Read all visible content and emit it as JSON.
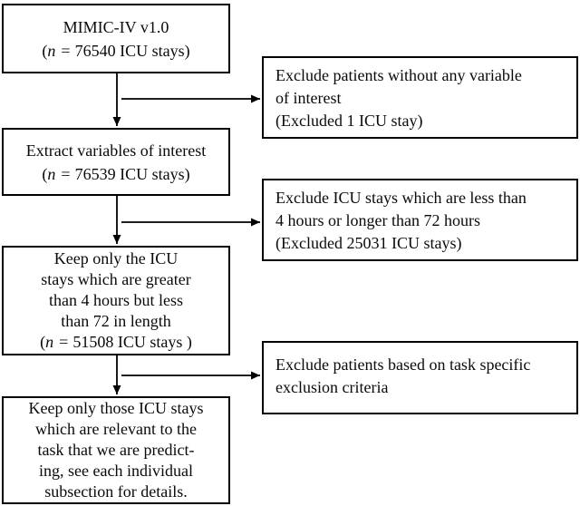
{
  "colors": {
    "background": "#ffffff",
    "box_border": "#000000",
    "arrow": "#000000",
    "text": "#0a0a0a"
  },
  "flow": {
    "main_boxes": [
      {
        "name": "mimic-dataset",
        "lines": [
          "MIMIC-IV v1.0",
          "(n = 76540 ICU stays)"
        ]
      },
      {
        "name": "extract-variables",
        "lines": [
          "Extract variables of interest",
          "(n = 76539 ICU stays)"
        ]
      },
      {
        "name": "keep-length-filtered-stays",
        "lines": [
          "Keep only the ICU",
          "stays which are greater",
          "than 4 hours but less",
          "than 72 in length",
          "(n = 51508 ICU stays )"
        ]
      },
      {
        "name": "keep-task-relevant-stays",
        "lines": [
          "Keep only those ICU stays",
          "which are relevant to the",
          "task that we are predict-",
          "ing, see each individual",
          "subsection for details."
        ]
      }
    ],
    "exclusion_boxes": [
      {
        "name": "exclude-no-variables",
        "lines": [
          "Exclude patients without any variable",
          "of interest",
          "(Excluded 1 ICU stay)"
        ]
      },
      {
        "name": "exclude-length-criteria",
        "lines": [
          "Exclude ICU stays which are less than",
          "4 hours or longer than 72 hours",
          "(Excluded 25031 ICU stays)"
        ]
      },
      {
        "name": "exclude-task-specific",
        "lines": [
          "Exclude patients based on task specific",
          "exclusion criteria"
        ]
      }
    ]
  }
}
